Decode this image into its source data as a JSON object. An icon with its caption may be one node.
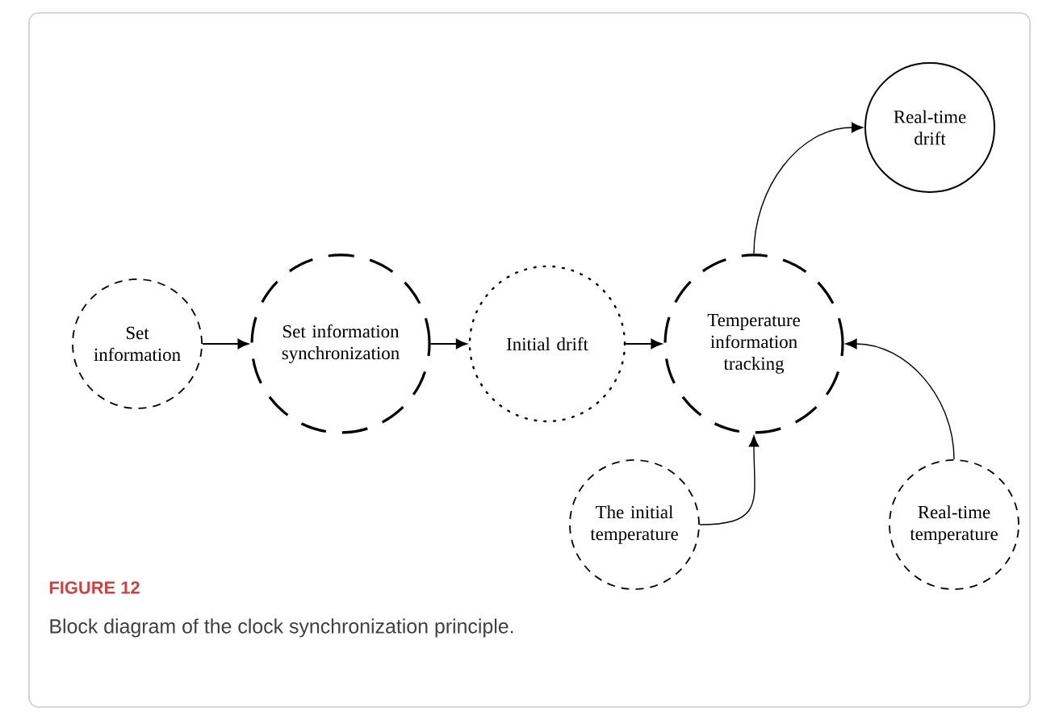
{
  "diagram": {
    "title": "FIGURE 12",
    "caption": "Block diagram of the clock synchronization principle.",
    "nodes": [
      {
        "text": [
          "Set information"
        ]
      },
      {
        "text": [
          "Set information synchronization"
        ]
      },
      {
        "text": [
          "Initial drift"
        ]
      },
      {
        "text": [
          "Temperature information tracking"
        ]
      },
      {
        "text": [
          "Real-time drift"
        ]
      },
      {
        "text": [
          "The initial temperature"
        ]
      },
      {
        "text": [
          "Real-time temperature"
        ]
      }
    ],
    "edges": [
      {
        "from": 0,
        "to": 1,
        "arrow": "to"
      },
      {
        "from": 1,
        "to": 2,
        "arrow": "to"
      },
      {
        "from": 2,
        "to": 3,
        "arrow": "to"
      },
      {
        "from": 3,
        "to": 4,
        "arrow": "to"
      },
      {
        "from": 5,
        "to": 3,
        "arrow": "to"
      },
      {
        "from": 6,
        "to": 3,
        "arrow": "to"
      }
    ]
  }
}
